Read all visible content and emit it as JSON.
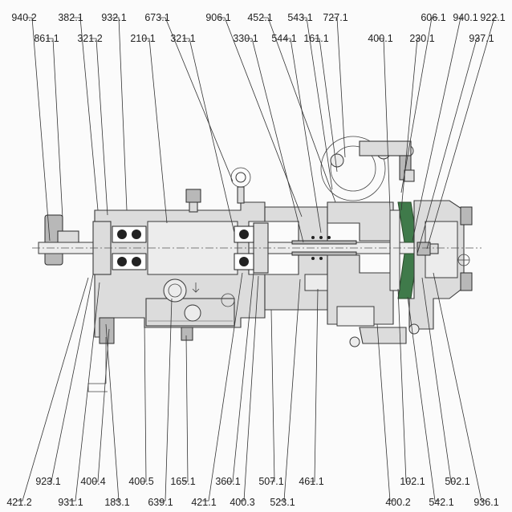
{
  "top_row_1": [
    "940.2",
    "382.1",
    "932.1",
    "673.1",
    "906.1",
    "452.1",
    "543.1",
    "727.1",
    "606.1",
    "940.1",
    "922.1"
  ],
  "top_row_2": [
    "861.1",
    "321.2",
    "210.1",
    "321.1",
    "330.1",
    "544.1",
    "161.1",
    "400.1",
    "230.1",
    "937.1"
  ],
  "bottom_row_1": [
    "923.1",
    "400.4",
    "400.5",
    "165.1",
    "360.1",
    "507.1",
    "461.1",
    "102.1",
    "502.1"
  ],
  "bottom_row_2": [
    "421.2",
    "931.1",
    "183.1",
    "639.1",
    "421.1",
    "400.3",
    "523.1",
    "400.2",
    "542.1",
    "936.1"
  ],
  "colors": {
    "line": "#333333",
    "fill": "#dcdcdc",
    "impeller_coating": "#3f7a4a"
  }
}
